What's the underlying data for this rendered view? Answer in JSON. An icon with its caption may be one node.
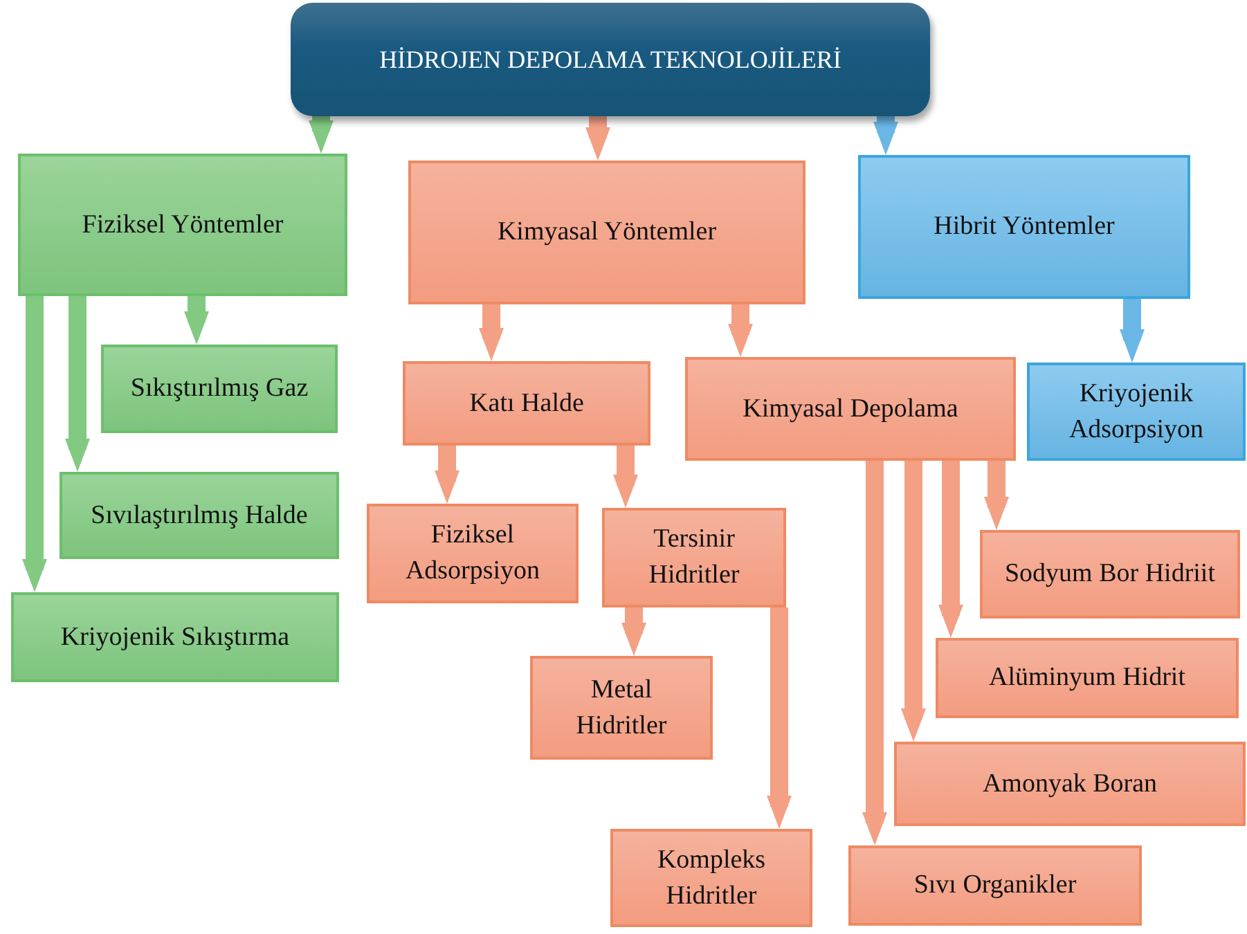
{
  "diagram": {
    "nodes": [
      {
        "text": [
          "HİDROJEN DEPOLAMA TEKNOLOJİLERİ"
        ]
      },
      {
        "text": [
          "Fiziksel Yöntemler"
        ]
      },
      {
        "text": [
          "Kimyasal Yöntemler"
        ]
      },
      {
        "text": [
          "Hibrit Yöntemler"
        ]
      },
      {
        "text": [
          "Sıkıştırılmış Gaz"
        ]
      },
      {
        "text": [
          "Sıvılaştırılmış Halde"
        ]
      },
      {
        "text": [
          "Kriyojenik Sıkıştırma"
        ]
      },
      {
        "text": [
          "Katı Halde"
        ]
      },
      {
        "text": [
          "Kimyasal Depolama"
        ]
      },
      {
        "text": [
          "Kriyojenik Adsorpsiyon"
        ]
      },
      {
        "text": [
          "Fiziksel Adsorpsiyon"
        ]
      },
      {
        "text": [
          "Tersinir Hidritler"
        ]
      },
      {
        "text": [
          "Sodyum Bor Hidriit"
        ]
      },
      {
        "text": [
          "Metal Hidritler"
        ]
      },
      {
        "text": [
          "Alüminyum Hidrit"
        ]
      },
      {
        "text": [
          "Amonyak Boran"
        ]
      },
      {
        "text": [
          "Kompleks Hidritler"
        ]
      },
      {
        "text": [
          "Sıvı Organikler"
        ]
      }
    ],
    "edges": [
      {
        "from": 0,
        "to": 1,
        "arrow": "to",
        "color": "#82c982"
      },
      {
        "from": 0,
        "to": 2,
        "arrow": "to"
      },
      {
        "from": 0,
        "to": 3,
        "arrow": "to",
        "color": "#6ab7e6"
      },
      {
        "from": 1,
        "to": 4,
        "arrow": "to",
        "color": "#82c982"
      },
      {
        "from": 1,
        "to": 5,
        "arrow": "to",
        "color": "#82c982"
      },
      {
        "from": 1,
        "to": 6,
        "arrow": "to",
        "color": "#82c982"
      },
      {
        "from": 2,
        "to": 7,
        "arrow": "to"
      },
      {
        "from": 2,
        "to": 8,
        "arrow": "to"
      },
      {
        "from": 3,
        "to": 9,
        "arrow": "to",
        "color": "#6ab7e6"
      },
      {
        "from": 7,
        "to": 10,
        "arrow": "to"
      },
      {
        "from": 7,
        "to": 11,
        "arrow": "to"
      },
      {
        "from": 11,
        "to": 13,
        "arrow": "to"
      },
      {
        "from": 11,
        "to": 16,
        "arrow": "to"
      },
      {
        "from": 8,
        "to": 12,
        "arrow": "to"
      },
      {
        "from": 8,
        "to": 14,
        "arrow": "to"
      },
      {
        "from": 8,
        "to": 15,
        "arrow": "to"
      },
      {
        "from": 8,
        "to": 17,
        "arrow": "to"
      }
    ]
  }
}
